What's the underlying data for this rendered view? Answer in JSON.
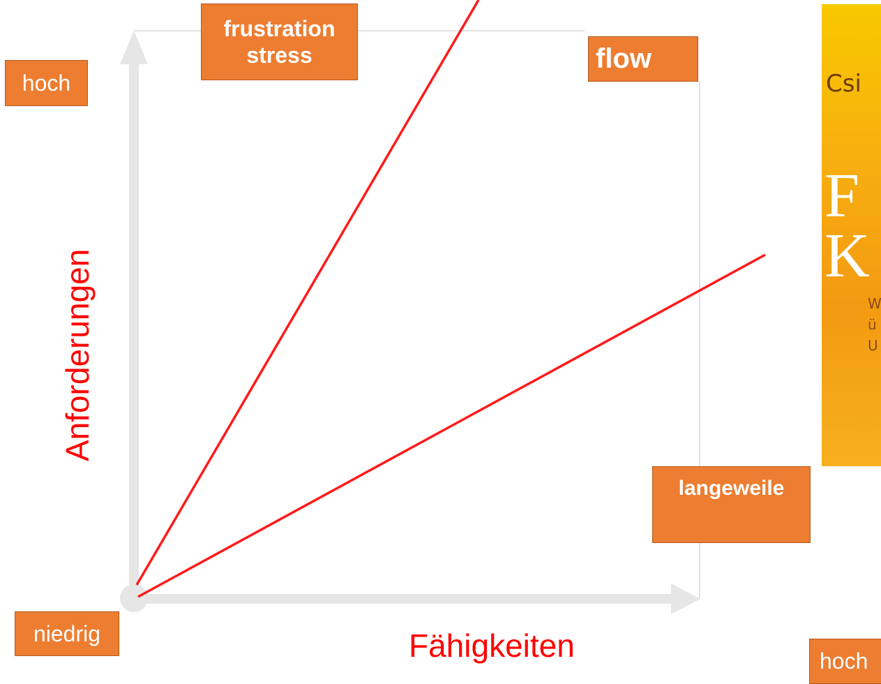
{
  "colors": {
    "box_fill": "#ED7D31",
    "box_border": "#B4581C",
    "axis_gray": "#E6E6E6",
    "line_red": "#FF1A1A",
    "title_red": "#FF0000",
    "frame_gray": "#D9D9D9"
  },
  "labels": {
    "high_top": "hoch",
    "low": "niedrig",
    "high_bottom": "hoch",
    "frustration_line1": "frustration",
    "frustration_line2": "stress",
    "flow": "flow",
    "boredom": "langeweile"
  },
  "axes": {
    "y_title": "Anforderungen",
    "x_title": "Fähigkeiten"
  },
  "book_cover": {
    "author_fragment": "Csi",
    "title_line1": "F",
    "title_line2": "K",
    "subtitle_fragment": "W\nü\nU"
  }
}
